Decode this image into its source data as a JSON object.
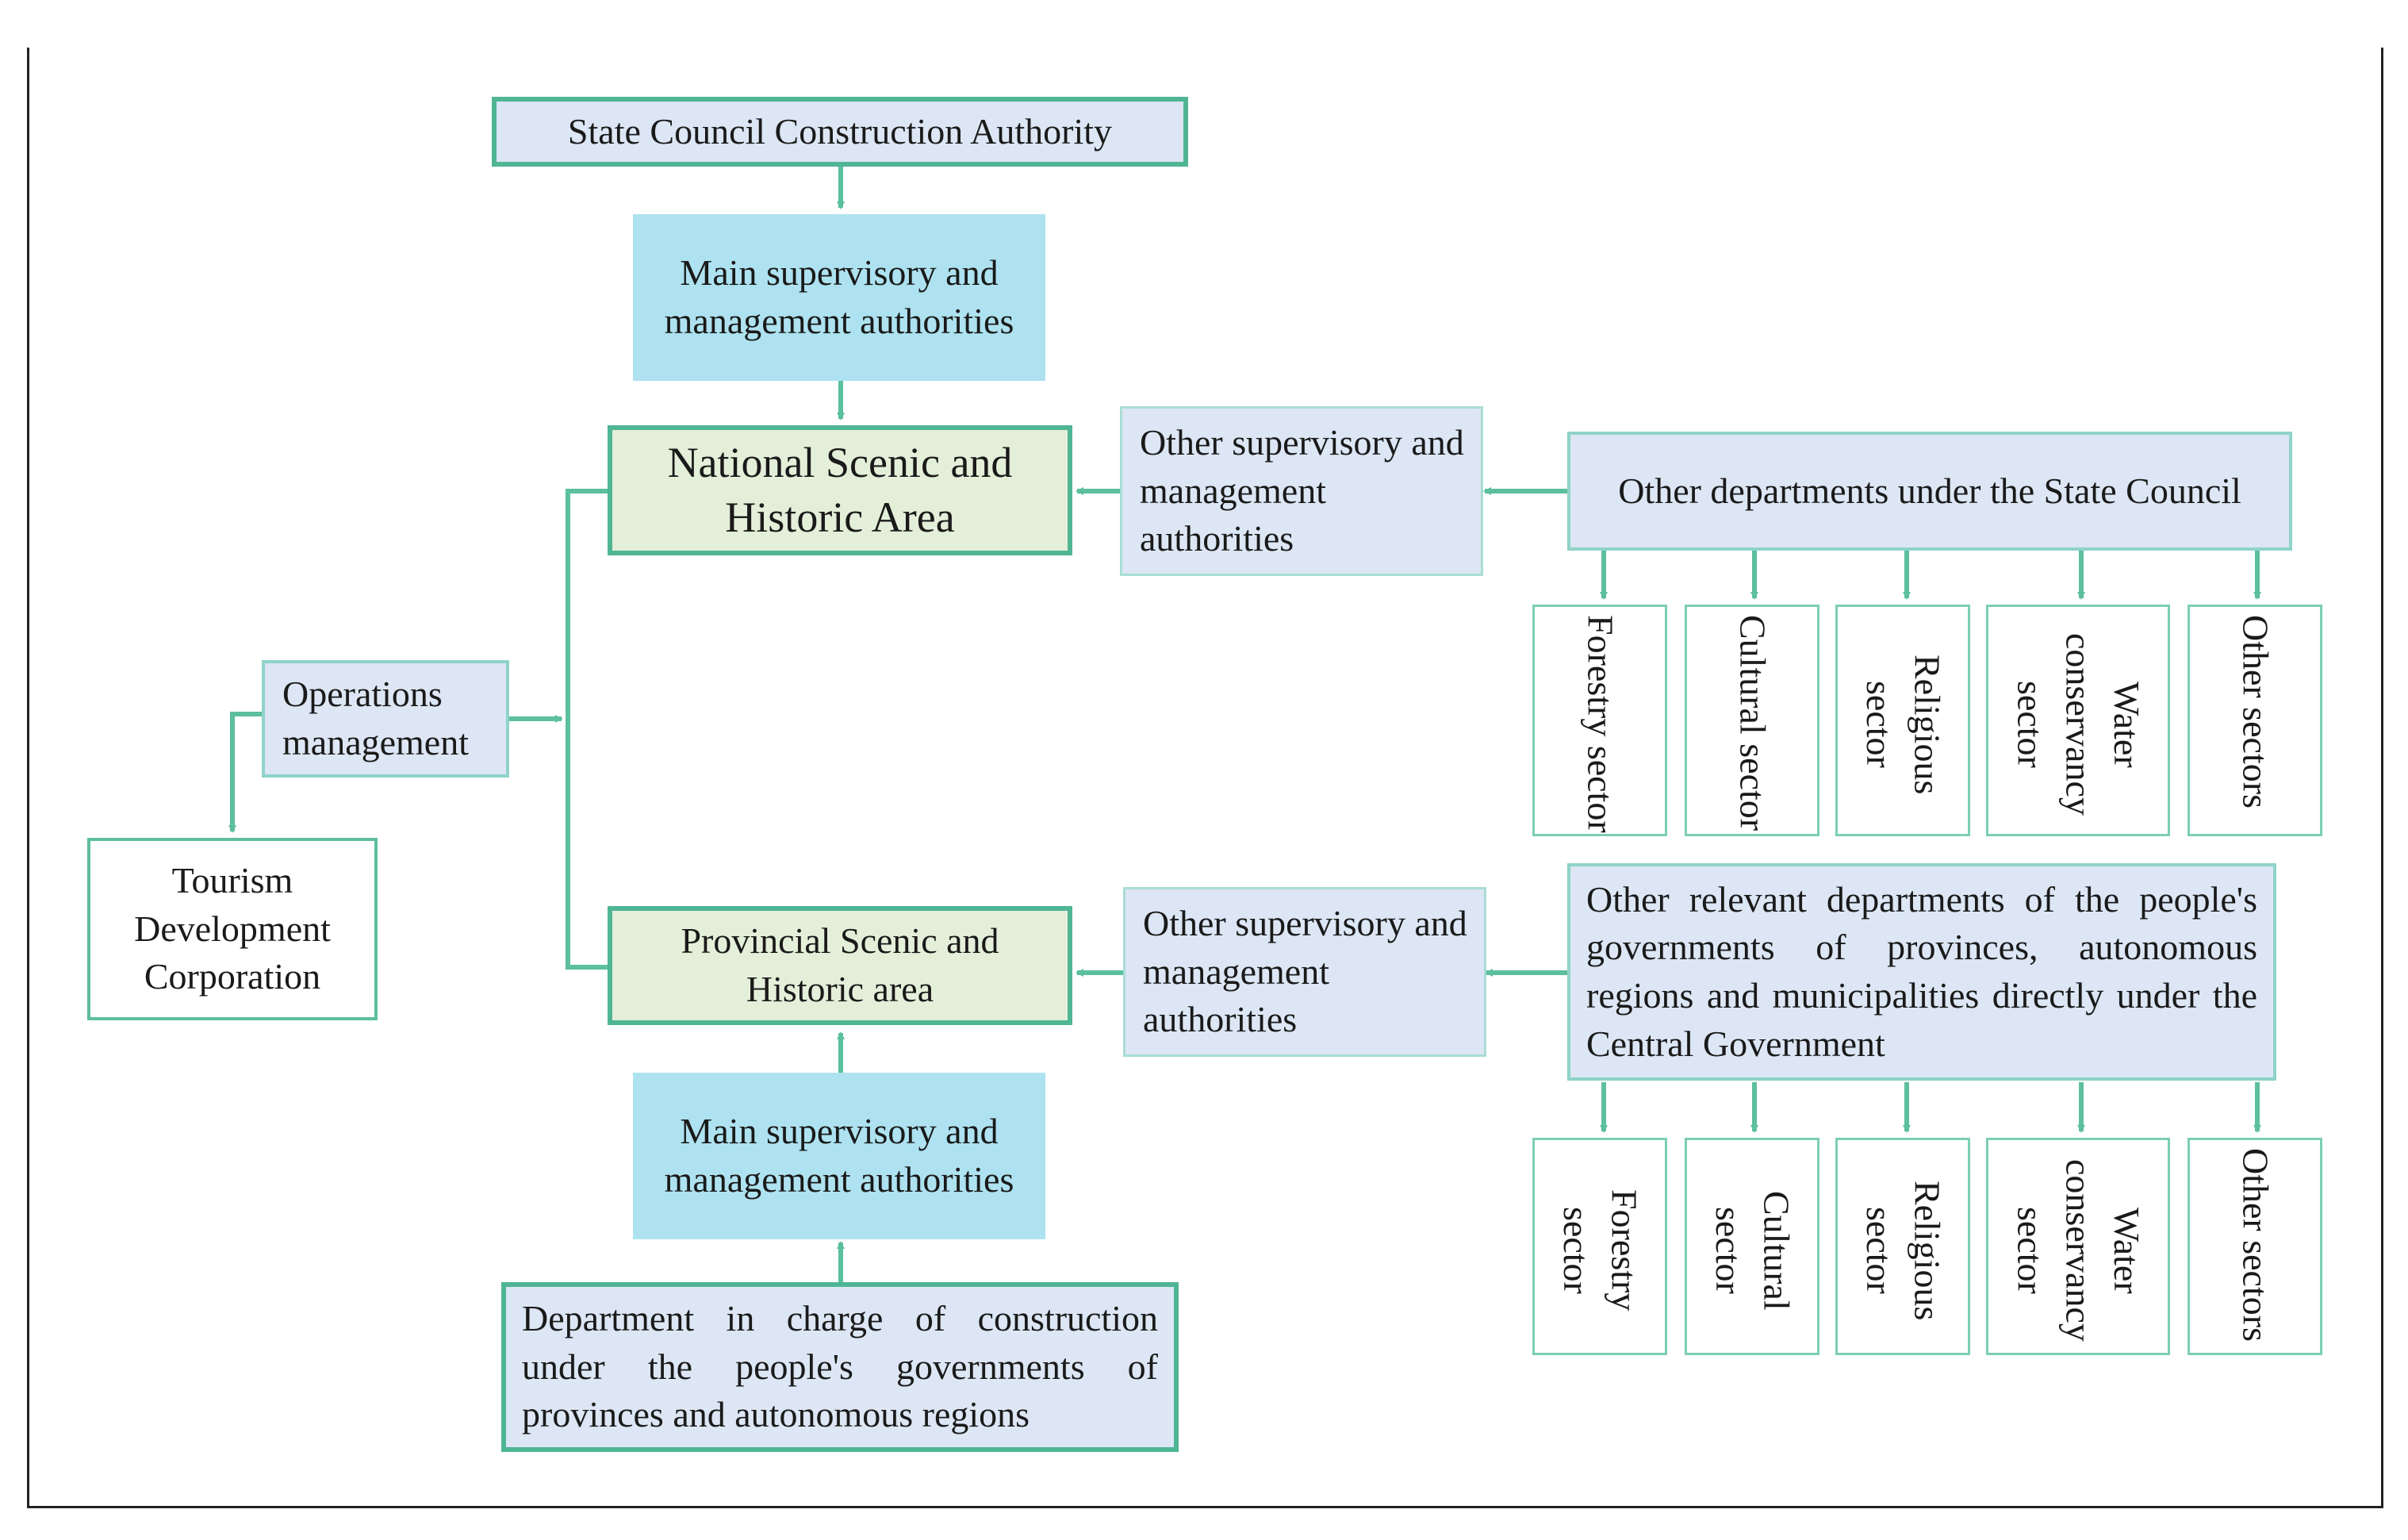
{
  "nodes": {
    "state_council": "State Council Construction Authority",
    "main_sup_top": "Main supervisory and management authorities",
    "national_area": "National Scenic and Historic Area",
    "other_sup_top": "Other supervisory and management authorities",
    "other_depts_top": "Other departments under the State Council",
    "operations": "Operations management",
    "tourism": "Tourism Development Corporation",
    "provincial_area": "Provincial Scenic and Historic area",
    "other_sup_bottom": "Other supervisory and management authorities",
    "other_depts_bottom": "Other relevant departments of the people's governments of provinces, autonomous regions and municipalities directly under the Central Government",
    "main_sup_bottom": "Main supervisory and management authorities",
    "dept_construction": "Department in charge of construction under the people's governments of provinces and autonomous regions"
  },
  "sectors_top": [
    "Forestry sector",
    "Cultural sector",
    "Religious sector",
    "Water conservancy sector",
    "Other sectors"
  ],
  "sectors_bottom": [
    "Forestry sector",
    "Cultural sector",
    "Religious sector",
    "Water conservancy sector",
    "Other sectors"
  ],
  "colors": {
    "connector": "#5cbf9e",
    "accent_green": "#4fb594",
    "sky": "#aee2f0",
    "lavender": "#dce6f4",
    "pale_green": "#e4efd9"
  }
}
